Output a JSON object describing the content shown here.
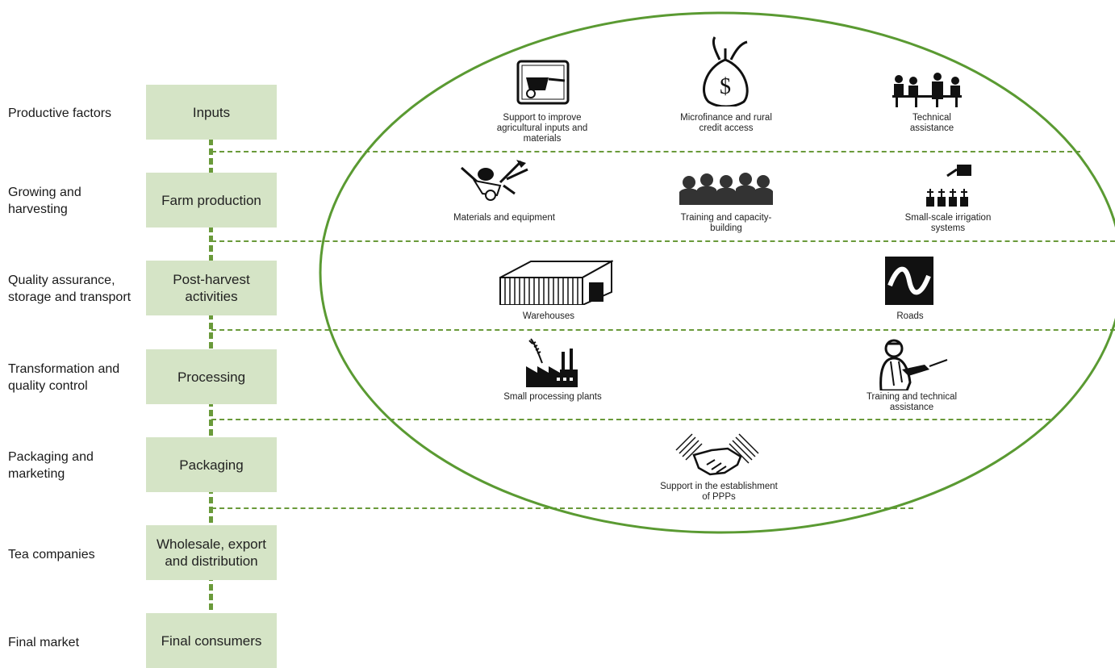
{
  "stages": [
    {
      "category": "Productive factors",
      "box": "Inputs"
    },
    {
      "category": "Growing and harvesting",
      "box": "Farm production"
    },
    {
      "category": "Quality assurance, storage and transport",
      "box": "Post-harvest activities"
    },
    {
      "category": "Transformation and quality control",
      "box": "Processing"
    },
    {
      "category": "Packaging and marketing",
      "box": "Packaging"
    },
    {
      "category": "Tea companies",
      "box": "Wholesale, export and distribution"
    },
    {
      "category": "Final market",
      "box": "Final consumers"
    }
  ],
  "interventions": {
    "inputs": [
      "Support to improve agricultural inputs and materials",
      "Microfinance and rural credit access",
      "Technical assistance"
    ],
    "farm": [
      "Materials and equipment",
      "Training and capacity-building",
      "Small-scale irrigation systems"
    ],
    "postharvest": [
      "Warehouses",
      "Roads"
    ],
    "processing": [
      "Small processing plants",
      "Training and technical assistance"
    ],
    "packaging": [
      "Support in the establishment of PPPs"
    ]
  },
  "colors": {
    "box": "#d5e4c6",
    "line": "#6a9a3a",
    "ellipse": "#5a9a32"
  },
  "icons": [
    "wheelbarrow-box-icon",
    "money-bag-icon",
    "meeting-icon",
    "wheelbarrow-tools-icon",
    "crowd-icon",
    "watering-can-icon",
    "warehouse-icon",
    "road-icon",
    "factory-icon",
    "worker-drill-icon",
    "handshake-icon"
  ]
}
